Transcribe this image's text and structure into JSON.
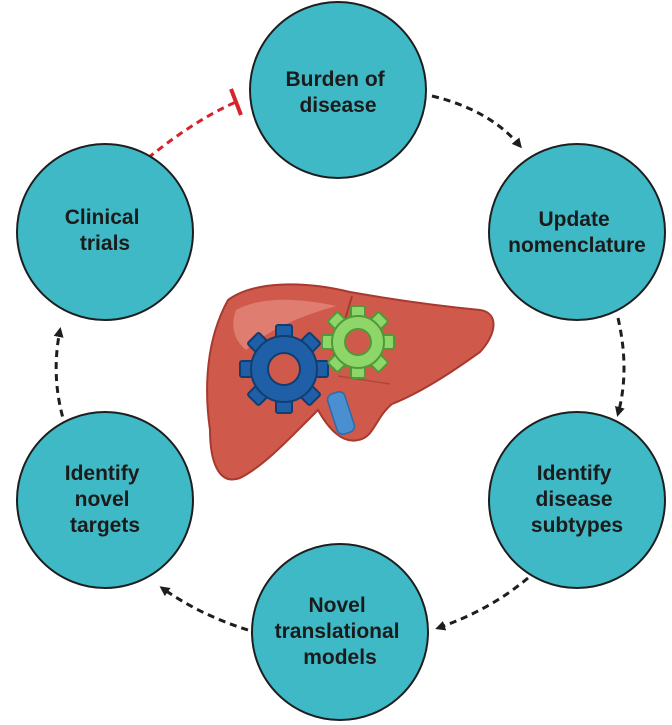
{
  "diagram": {
    "nodes": [
      {
        "id": "burden",
        "lines": [
          "Burden of",
          "disease"
        ]
      },
      {
        "id": "nomenclature",
        "lines": [
          "Update",
          "nomenclature"
        ]
      },
      {
        "id": "subtypes",
        "lines": [
          "Identify",
          "disease",
          "subtypes"
        ]
      },
      {
        "id": "models",
        "lines": [
          "Novel",
          "translational",
          "models"
        ]
      },
      {
        "id": "targets",
        "lines": [
          "Identify",
          "novel",
          "targets"
        ]
      },
      {
        "id": "trials",
        "lines": [
          "Clinical",
          "trials"
        ]
      }
    ],
    "edges": [
      {
        "from": "burden",
        "to": "nomenclature",
        "style": "dashed-arrow"
      },
      {
        "from": "nomenclature",
        "to": "subtypes",
        "style": "dashed-arrow"
      },
      {
        "from": "subtypes",
        "to": "models",
        "style": "dashed-arrow"
      },
      {
        "from": "models",
        "to": "targets",
        "style": "dashed-arrow"
      },
      {
        "from": "targets",
        "to": "trials",
        "style": "dashed-arrow"
      },
      {
        "from": "trials",
        "to": "burden",
        "style": "dashed-inhibition"
      }
    ],
    "center_image": {
      "icon": "liver-with-gears-icon"
    },
    "colors": {
      "node_fill": "#3fb9c6",
      "node_stroke": "#1e1e1e",
      "arrow": "#1e1e1e",
      "inhibition": "#d6242a",
      "liver": "#cf5a4b",
      "gear_blue": "#1f5fa8",
      "gear_green": "#8fd66a",
      "vessel": "#4a8fd0"
    }
  }
}
